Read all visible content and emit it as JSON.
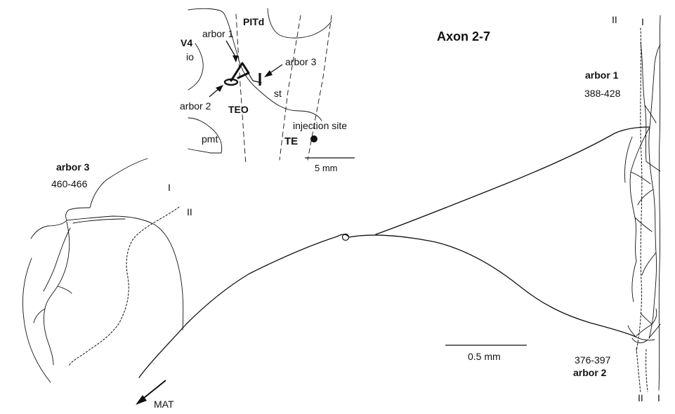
{
  "figure": {
    "title": "Axon 2-7",
    "inset": {
      "labels": {
        "pitd": "PITd",
        "v4": "V4",
        "io": "io",
        "arbor1": "arbor 1",
        "arbor2": "arbor 2",
        "arbor3": "arbor 3",
        "st": "st",
        "teo": "TEO",
        "pmt": "pmt",
        "te": "TE",
        "injection": "injection site"
      },
      "scale_bar": "5 mm"
    },
    "arbor1": {
      "name": "arbor 1",
      "range": "388-428"
    },
    "arbor2": {
      "name": "arbor 2",
      "range": "376-397"
    },
    "arbor3": {
      "name": "arbor 3",
      "range": "460-466"
    },
    "layers": {
      "layer1": "I",
      "layer2": "II"
    },
    "scale_bar": "0.5 mm",
    "direction": "MAT"
  }
}
